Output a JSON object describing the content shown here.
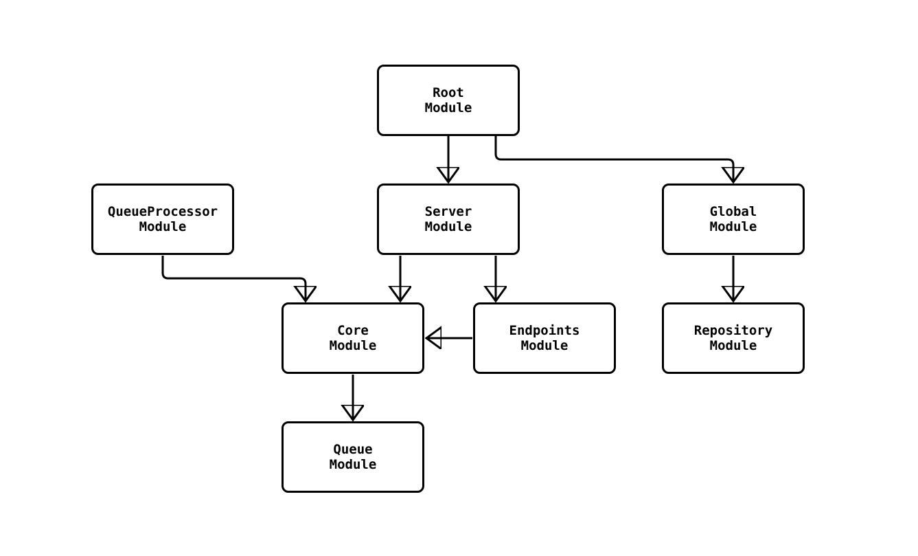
{
  "diagram": {
    "type": "flowchart",
    "background": "#ffffff",
    "node_fill_color": "#ffffff",
    "node_border_color": "#000000",
    "arrow_color": "#000000",
    "text_color": "#000000",
    "nodes": {
      "root": {
        "label": "Root\nModule"
      },
      "queueprocessor": {
        "label": "QueueProcessor\nModule"
      },
      "server": {
        "label": "Server\nModule"
      },
      "global": {
        "label": "Global\nModule"
      },
      "core": {
        "label": "Core\nModule"
      },
      "endpoints": {
        "label": "Endpoints\nModule"
      },
      "repository": {
        "label": "Repository\nModule"
      },
      "queue": {
        "label": "Queue\nModule"
      }
    },
    "edges": [
      {
        "from": "Root Module",
        "to": "Server Module"
      },
      {
        "from": "Root Module",
        "to": "Global Module"
      },
      {
        "from": "QueueProcessor Module",
        "to": "Core Module"
      },
      {
        "from": "Server Module",
        "to": "Core Module"
      },
      {
        "from": "Server Module",
        "to": "Endpoints Module"
      },
      {
        "from": "Endpoints Module",
        "to": "Core Module"
      },
      {
        "from": "Global Module",
        "to": "Repository Module"
      },
      {
        "from": "Core Module",
        "to": "Queue Module"
      }
    ]
  }
}
